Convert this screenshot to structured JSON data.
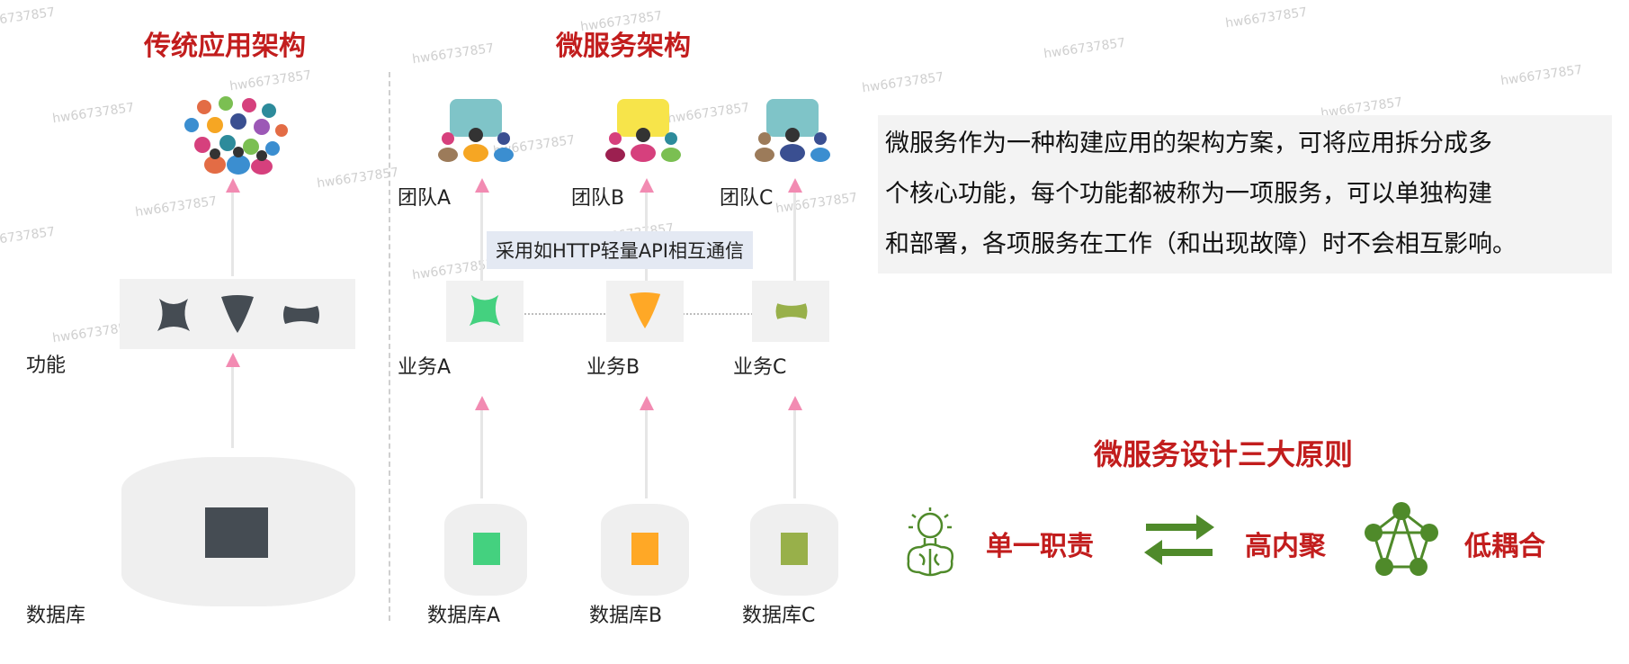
{
  "traditional": {
    "title": "传统应用架构",
    "function_label": "功能",
    "database_label": "数据库"
  },
  "microservice": {
    "title": "微服务架构",
    "teams": [
      "团队A",
      "团队B",
      "团队C"
    ],
    "services": [
      "业务A",
      "业务B",
      "业务C"
    ],
    "databases": [
      "数据库A",
      "数据库B",
      "数据库C"
    ],
    "communication": "采用如HTTP轻量API相互通信"
  },
  "description": {
    "lines": [
      "微服务作为一种构建应用的架构方案，可将应用拆分成多",
      "个核心功能，每个功能都被称为一项服务，可以单独构建",
      "和部署，各项服务在工作（和出现故障）时不会相互影响。"
    ]
  },
  "principles": {
    "title": "微服务设计三大原则",
    "items": [
      {
        "label": "单一职责",
        "icon": "lightbulb-brain-icon"
      },
      {
        "label": "高内聚",
        "icon": "exchange-arrows-icon"
      },
      {
        "label": "低耦合",
        "icon": "network-nodes-icon"
      }
    ]
  },
  "watermark": "hw66737857",
  "colors": {
    "title_red": "#c21d1d",
    "arrow_pink": "#f28bb2",
    "shape_dark": "#454c53",
    "green": "#44d17f",
    "orange": "#ffa826",
    "olive": "#98b04a",
    "icon_green": "#4f8a2a"
  }
}
